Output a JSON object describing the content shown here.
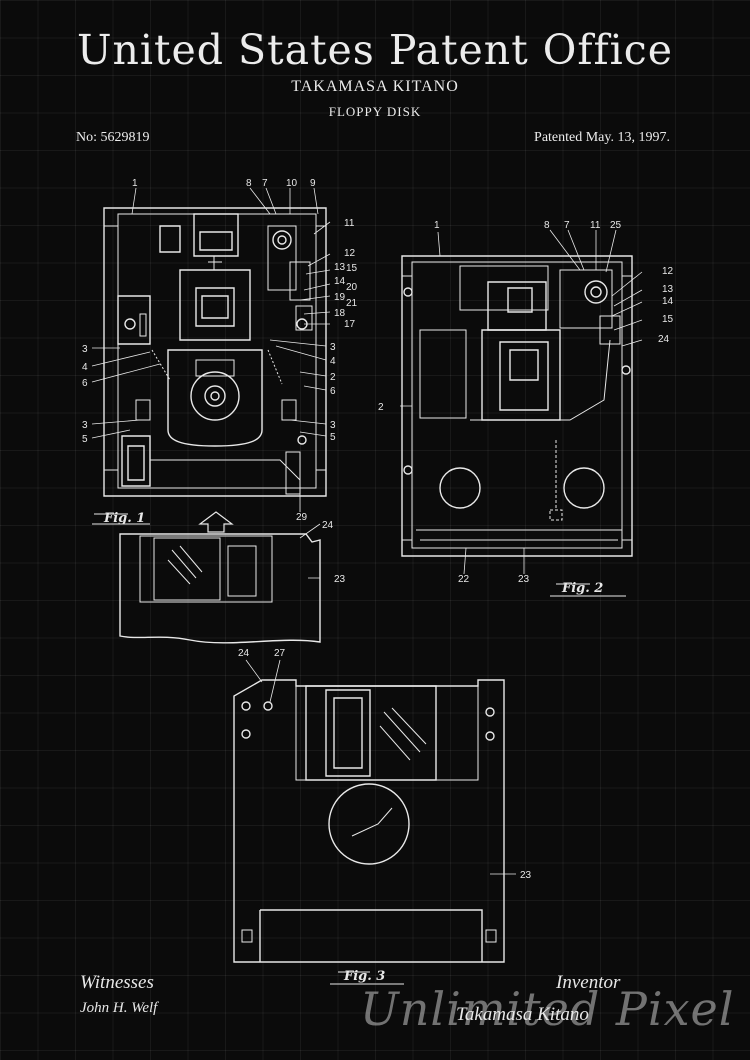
{
  "header": {
    "title": "United States Patent Office",
    "inventor": "TAKAMASA KITANO",
    "invention": "FLOPPY DISK",
    "patent_number": "No: 5629819",
    "patent_date": "Patented May. 13, 1997."
  },
  "figures": {
    "fig1": {
      "caption": "Fig. 1",
      "labels": [
        "1",
        "8",
        "7",
        "10",
        "9",
        "11",
        "12",
        "13",
        "15",
        "14",
        "20",
        "19",
        "21",
        "18",
        "17",
        "3",
        "4",
        "6",
        "2",
        "5",
        "29",
        "24",
        "23"
      ]
    },
    "fig2": {
      "caption": "Fig. 2",
      "labels": [
        "1",
        "8",
        "7",
        "11",
        "25",
        "12",
        "13",
        "14",
        "15",
        "24",
        "2",
        "22",
        "23"
      ]
    },
    "fig3": {
      "caption": "Fig. 3",
      "labels": [
        "24",
        "27",
        "23"
      ]
    }
  },
  "footer": {
    "witnesses_label": "Witnesses",
    "witness_name": "John H. Welf",
    "inventor_label": "Inventor",
    "inventor_signature": "Takamasa Kitano"
  },
  "watermark": "Unlimited Pixel",
  "colors": {
    "background": "#0b0b0b",
    "ink": "#ececec"
  }
}
